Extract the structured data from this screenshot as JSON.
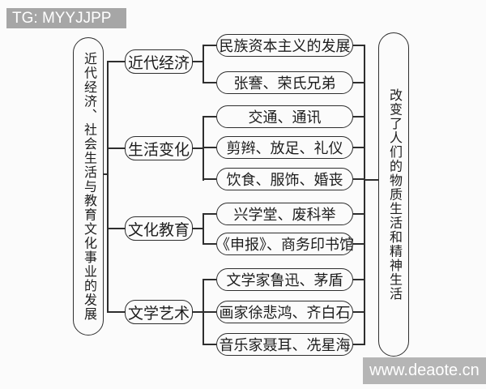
{
  "badges": {
    "tg": "TG: MYYJJPP",
    "watermark": "www.deaote.cn"
  },
  "colors": {
    "badge_bg": "#a6a6a6",
    "watermark_bg": "#b5b5b5",
    "line": "#2e2e2e",
    "background": "#fbfbfb",
    "text": "#1c1c1c"
  },
  "diagram": {
    "root": {
      "label": "近代经济、社会生活与教育文化事业的发展"
    },
    "outcome": {
      "label": "改变了人们的物质生活和精神生活"
    },
    "groups": [
      {
        "label": "近代经济",
        "children": [
          "民族资本主义的发展",
          "张謇、荣氏兄弟"
        ]
      },
      {
        "label": "生活变化",
        "children": [
          "交通、通讯",
          "剪辫、放足、礼仪",
          "饮食、服饰、婚丧"
        ]
      },
      {
        "label": "文化教育",
        "children": [
          "兴学堂、废科举",
          "《申报》、商务印书馆"
        ]
      },
      {
        "label": "文学艺术",
        "children": [
          "文学家鲁迅、茅盾",
          "画家徐悲鸿、齐白石",
          "音乐家聂耳、冼星海"
        ]
      }
    ]
  }
}
